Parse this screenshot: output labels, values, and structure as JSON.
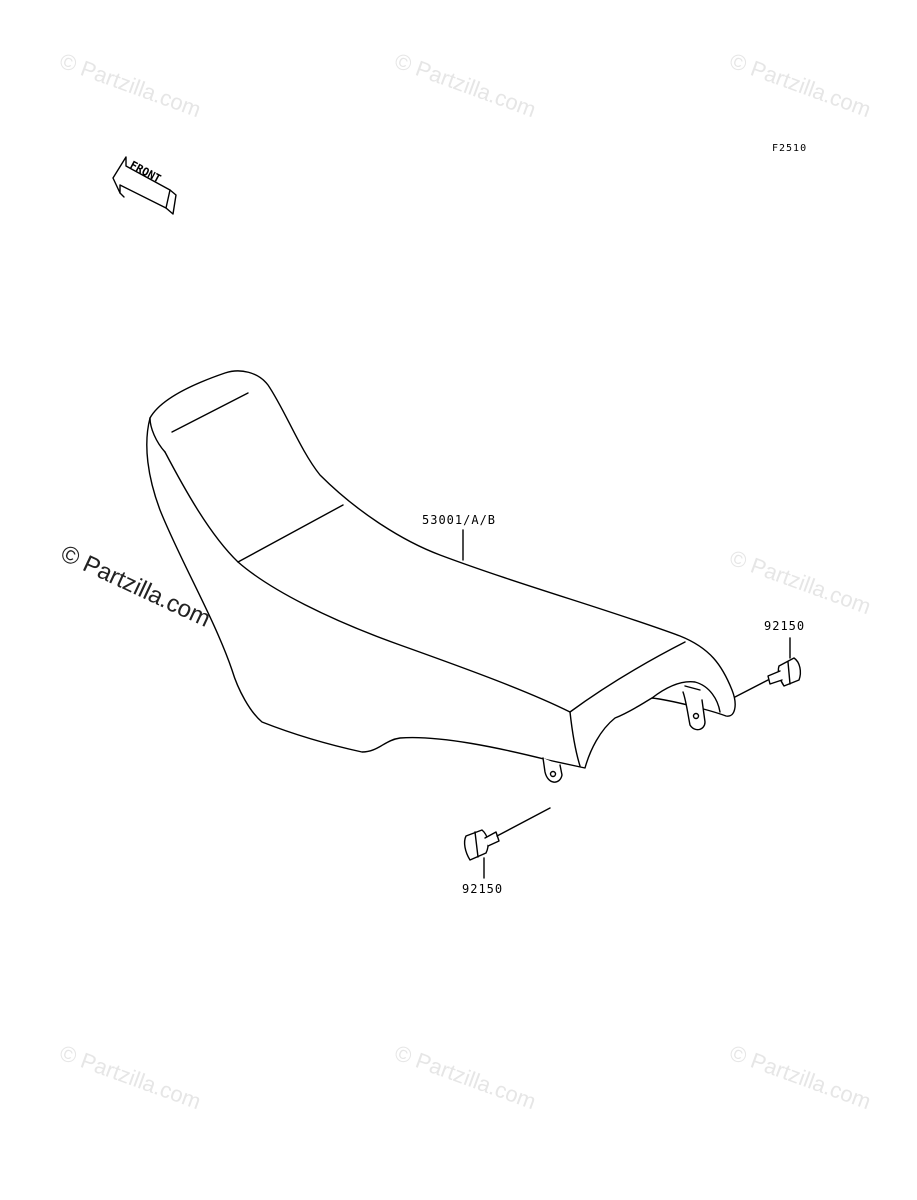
{
  "diagram": {
    "figure_code": "F2510",
    "front_indicator": "FRONT",
    "parts": {
      "seat": "53001/A/B",
      "bolt_right": "92150",
      "bolt_left": "92150"
    },
    "watermark": "© Partzilla.com"
  }
}
